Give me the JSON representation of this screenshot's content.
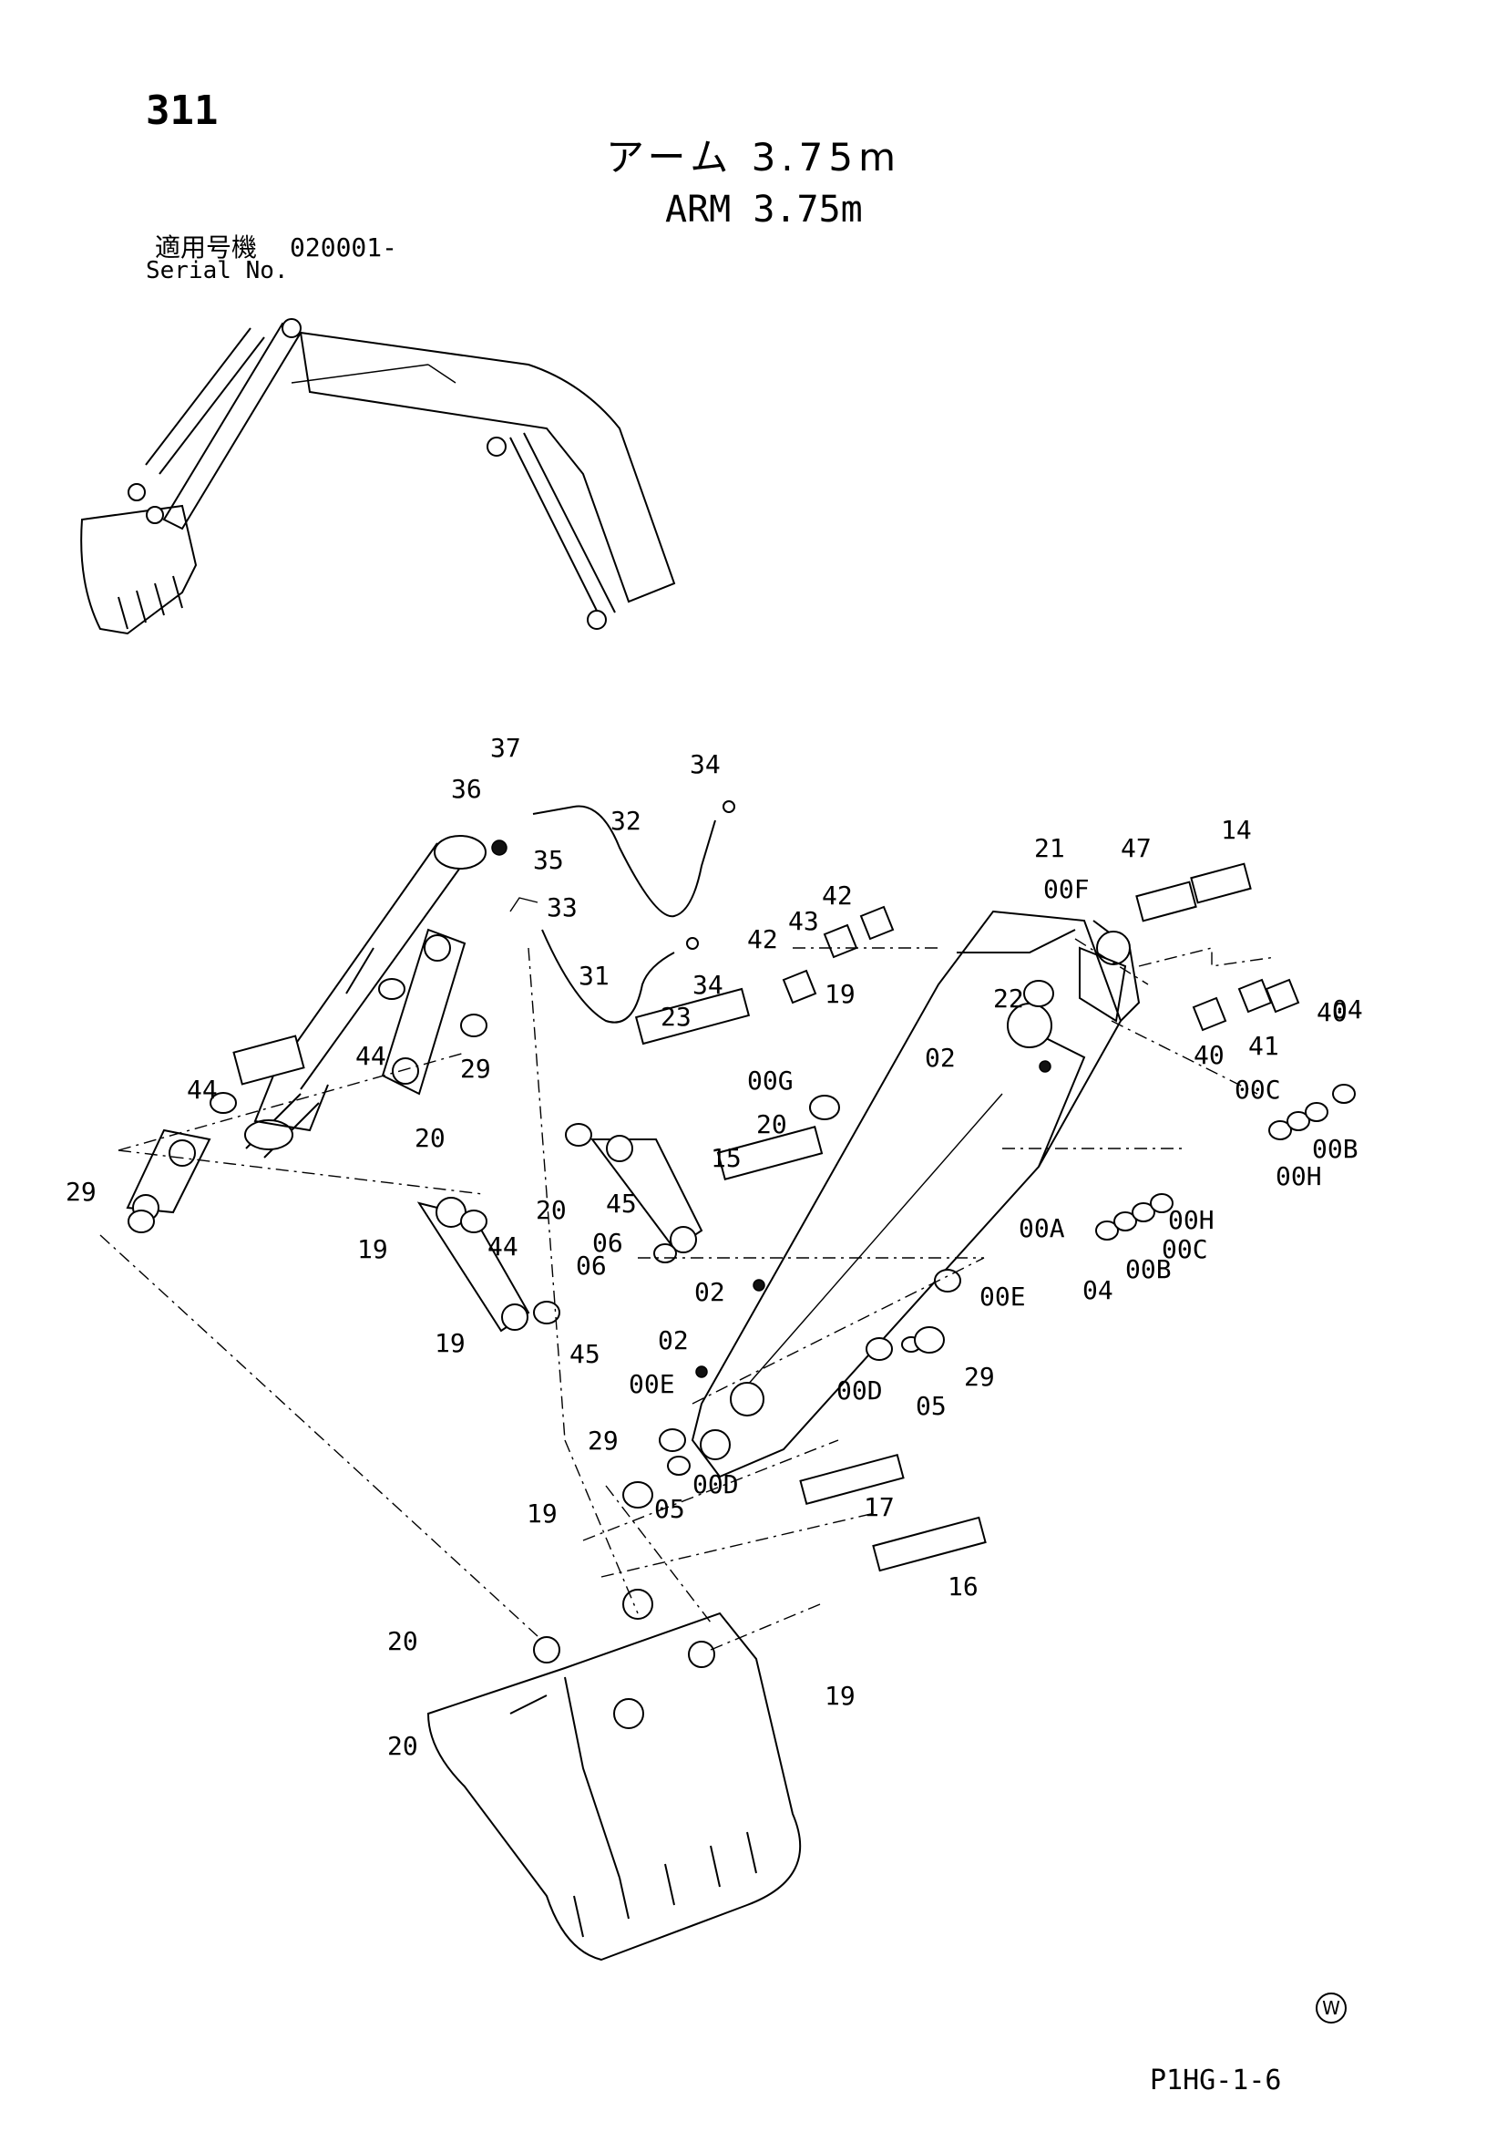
{
  "header": {
    "page_number": "311",
    "title_jp": "アーム 3.75m",
    "title_en": "ARM 3.75m",
    "serial_label_jp": "適用号機",
    "serial_value": "020001-",
    "serial_label_en": "Serial No."
  },
  "footer": {
    "watermark_symbol": "W",
    "document_code": "P1HG-1-6"
  },
  "part_labels": [
    "37",
    "36",
    "34",
    "32",
    "35",
    "33",
    "31",
    "34",
    "21",
    "47",
    "14",
    "42",
    "43",
    "42",
    "19",
    "00F",
    "40",
    "22",
    "41",
    "40",
    "04",
    "00C",
    "00B",
    "00H",
    "23",
    "00G",
    "02",
    "20",
    "44",
    "44",
    "29",
    "20",
    "15",
    "45",
    "20",
    "06",
    "06",
    "44",
    "19",
    "00A",
    "29",
    "02",
    "00H",
    "04",
    "00B",
    "00C",
    "00E",
    "02",
    "45",
    "19",
    "00E",
    "00D",
    "05",
    "29",
    "00D",
    "29",
    "05",
    "19",
    "17",
    "16",
    "20",
    "19",
    "20"
  ]
}
